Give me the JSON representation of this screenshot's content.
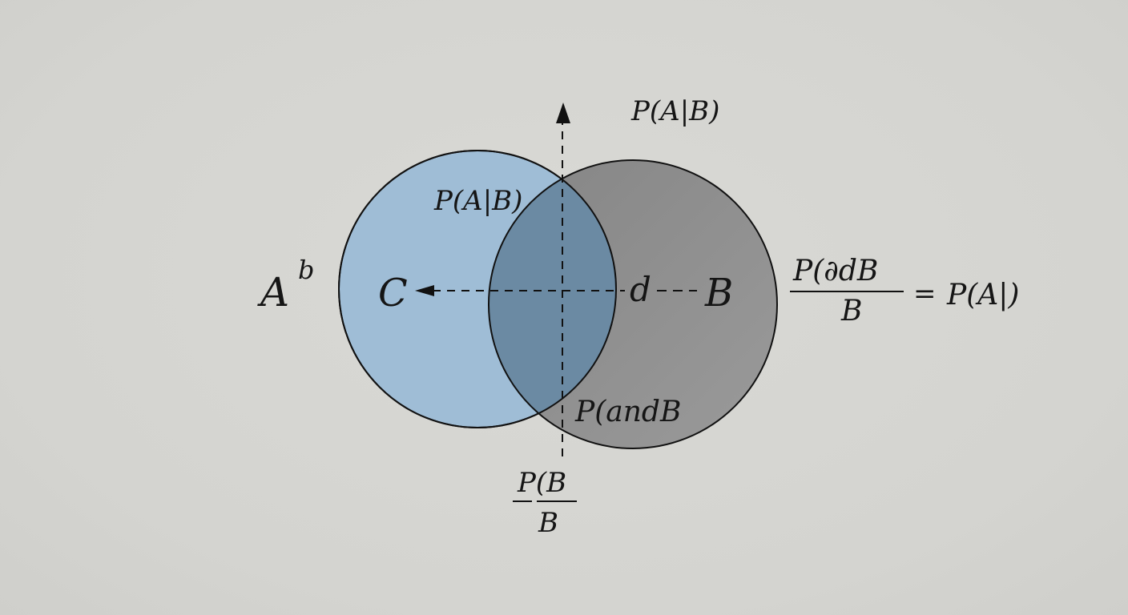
{
  "colors": {
    "background": "#d6d6d2",
    "circle_a_fill": "#9fbdd6",
    "circle_b_fill": "#8f8f8f",
    "intersection_fill": "#6b8aa3",
    "stroke": "#111111"
  },
  "labels": {
    "top_prob": "P(A|B)",
    "inner_prob": "P(A|B)",
    "a_label": "A",
    "a_superscript": "b",
    "c_label": "C",
    "d_label": "d",
    "b_label": "B",
    "and_prob": "P(andB",
    "bottom_fraction_num": "P(B",
    "bottom_fraction_den": "B",
    "right_fraction_num": "P(∂dB",
    "right_fraction_den": "B",
    "right_equals": "=",
    "right_result": "P(A|)"
  }
}
